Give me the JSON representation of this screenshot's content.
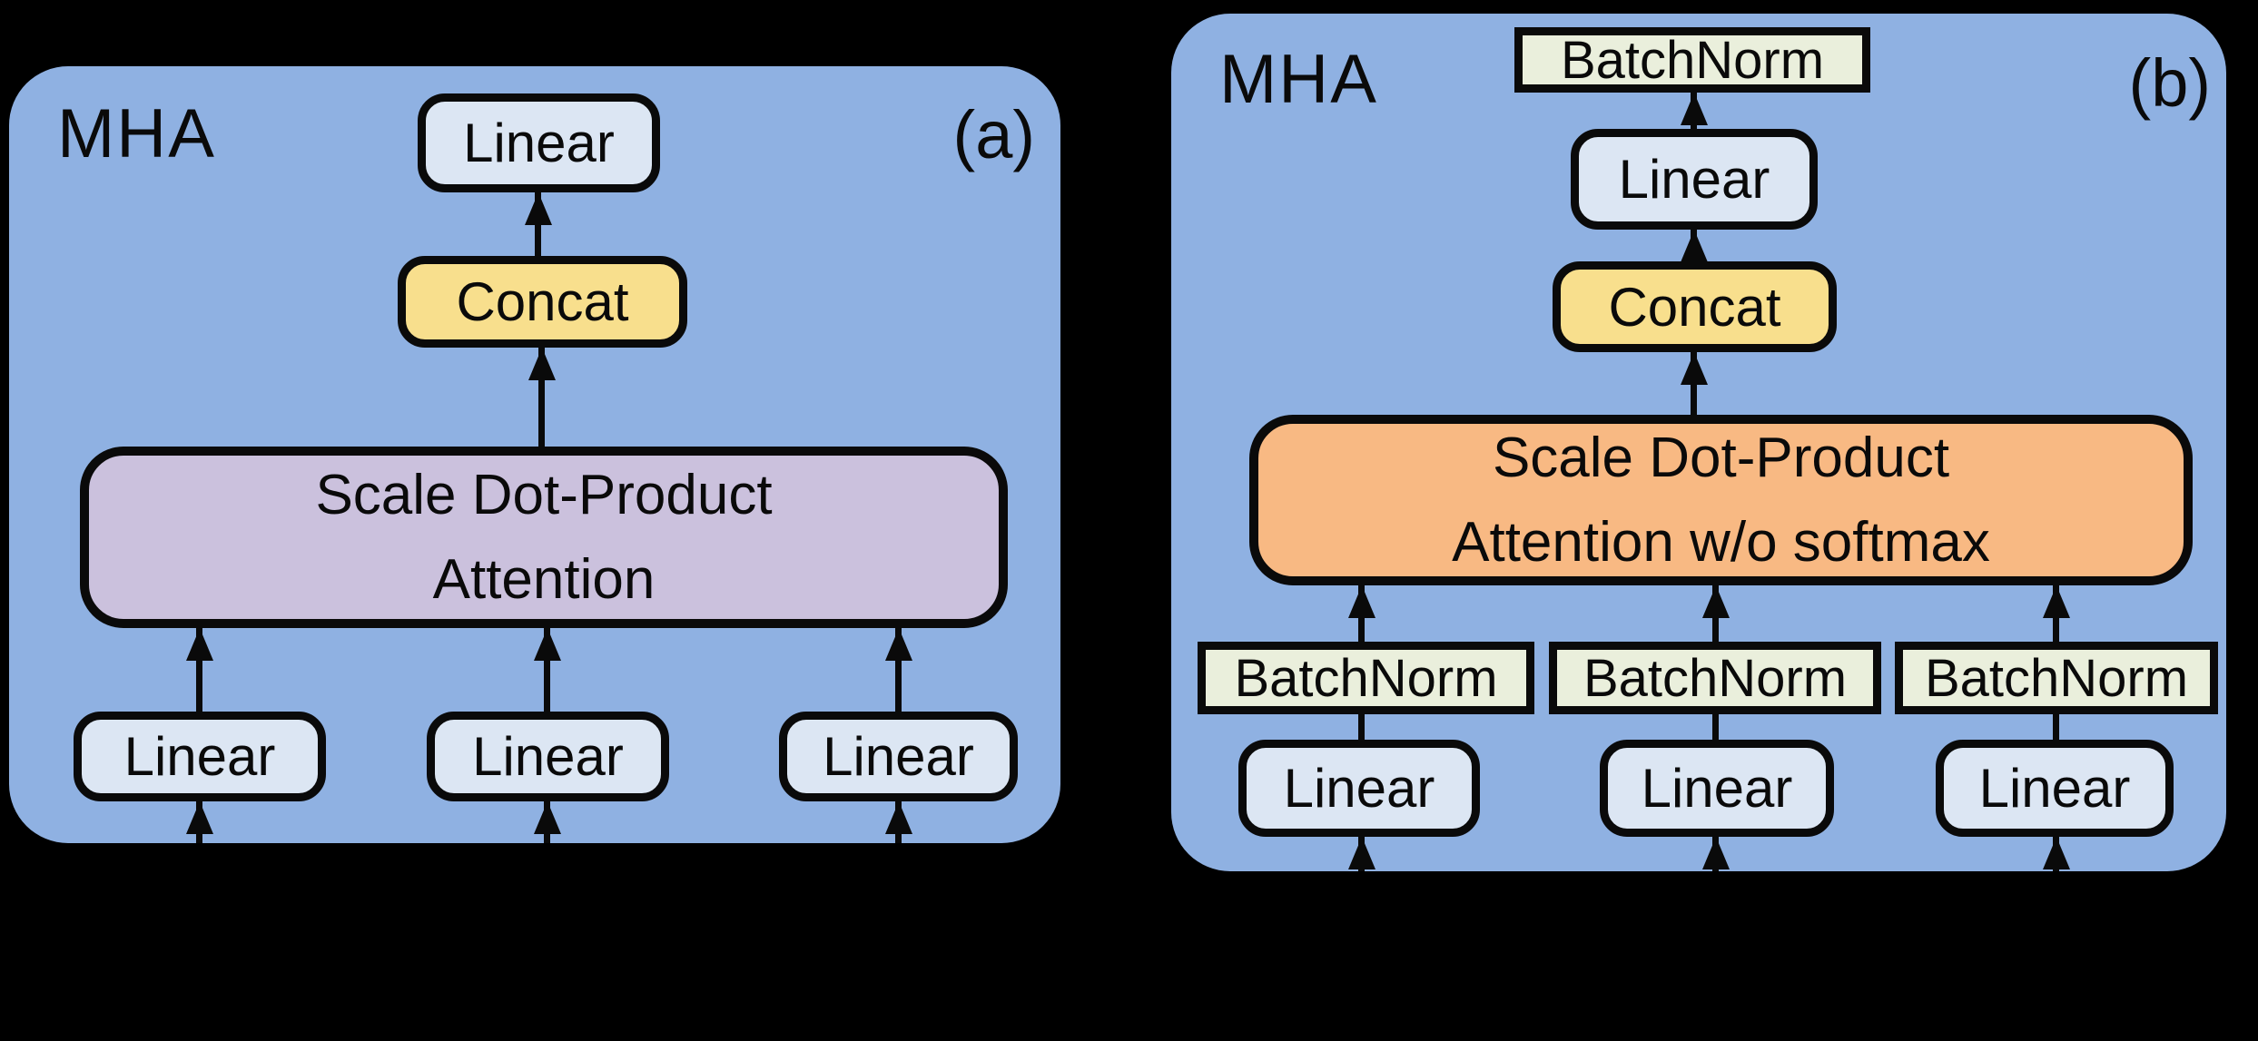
{
  "figure": {
    "background_color": "#000000",
    "panel_fill": "#8FB1E2",
    "colors": {
      "linear_fill": "#DCE6F3",
      "concat_fill": "#F8DF8D",
      "attention_plain_fill": "#CBC1DD",
      "attention_no_softmax_fill": "#F8B983",
      "batchnorm_fill": "#EAEFDC",
      "outline": "#0A0A0A"
    },
    "panel_a": {
      "title": "MHA",
      "corner_label": "(a)",
      "output_linear": "Linear",
      "concat": "Concat",
      "attention_line1": "Scale Dot-Product",
      "attention_line2": "Attention",
      "input_linears": [
        "Linear",
        "Linear",
        "Linear"
      ]
    },
    "panel_b": {
      "title": "MHA",
      "corner_label": "(b)",
      "output_batchnorm": "BatchNorm",
      "output_linear": "Linear",
      "concat": "Concat",
      "attention_line1": "Scale Dot-Product",
      "attention_line2": "Attention w/o softmax",
      "batchnorms": [
        "BatchNorm",
        "BatchNorm",
        "BatchNorm"
      ],
      "input_linears": [
        "Linear",
        "Linear",
        "Linear"
      ]
    }
  }
}
